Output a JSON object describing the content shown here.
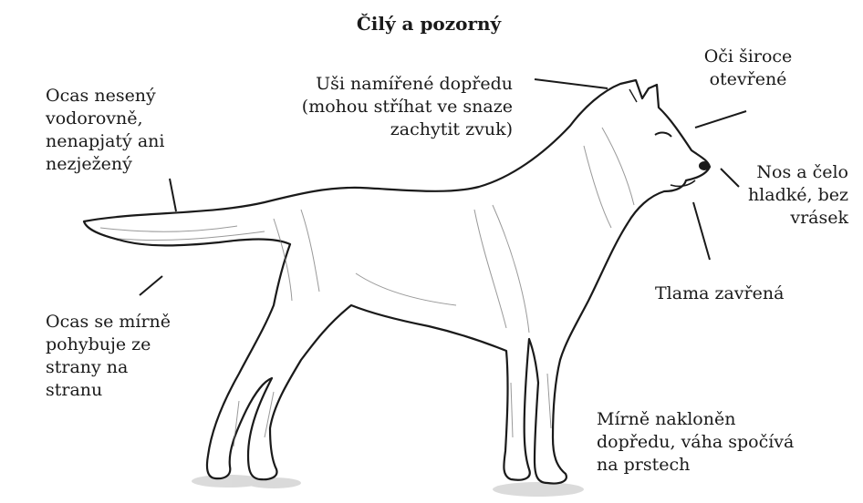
{
  "title": "Čilý a pozorný",
  "annotations": {
    "tail_carried": [
      "Ocas nesený",
      "vodorovně,",
      "nenapjatý ani",
      "nezježený"
    ],
    "ears_forward": [
      "Uši namířené dopředu",
      "(mohou stříhat ve snaze",
      "zachytit zvuk)"
    ],
    "eyes_open": [
      "Oči široce",
      "otevřené"
    ],
    "nose_forehead": [
      "Nos a čelo",
      "hladké, bez",
      "vrásek"
    ],
    "mouth_closed": [
      "Tlama zavřená"
    ],
    "tail_moving": [
      "Ocas se mírně",
      "pohybuje ze",
      "strany na",
      "stranu"
    ],
    "leaning_forward": [
      "Mírně nakloněn",
      "dopředu, váha spočívá",
      "na prstech"
    ]
  },
  "colors": {
    "ink": "#1a1a1a",
    "paper": "#ffffff",
    "shade": "#9a9a9a"
  }
}
